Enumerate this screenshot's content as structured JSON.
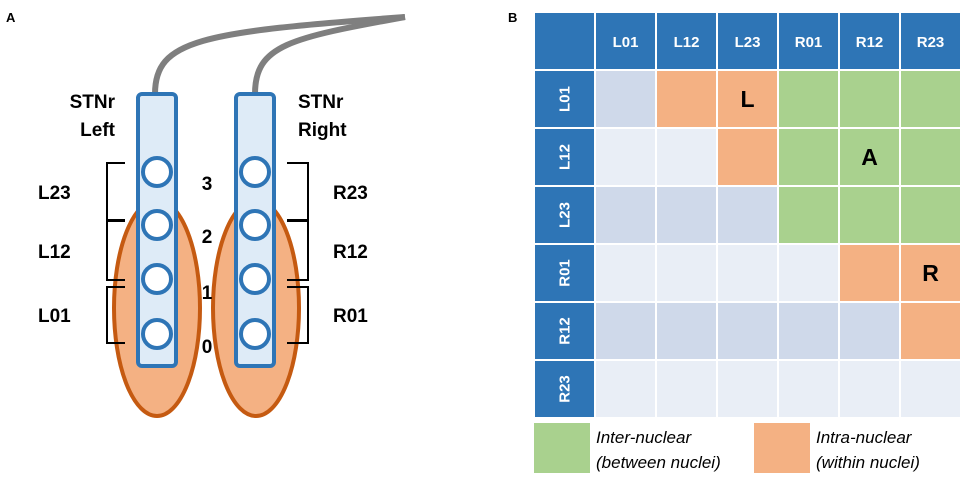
{
  "panel_a": {
    "letter": "A",
    "left_lead": {
      "name_line1": "STNr",
      "name_line2": "Left"
    },
    "right_lead": {
      "name_line1": "STNr",
      "name_line2": "Right"
    },
    "contact_numbers": [
      "3",
      "2",
      "1",
      "0"
    ],
    "left_pairs": [
      "L23",
      "L12",
      "L01"
    ],
    "right_pairs": [
      "R23",
      "R12",
      "R01"
    ]
  },
  "panel_b": {
    "letter": "B",
    "columns": [
      "L01",
      "L12",
      "L23",
      "R01",
      "R12",
      "R23"
    ],
    "rows": [
      "L01",
      "L12",
      "L23",
      "R01",
      "R12",
      "R23"
    ],
    "cell_labels": [
      {
        "row": 0,
        "col": 2,
        "text": "L"
      },
      {
        "row": 1,
        "col": 4,
        "text": "A"
      },
      {
        "row": 3,
        "col": 5,
        "text": "R"
      }
    ],
    "legend": {
      "inter_line1": "Inter-nuclear",
      "inter_line2": "(between nuclei)",
      "intra_line1": "Intra-nuclear",
      "intra_line2": "(within nuclei)"
    },
    "colors": {
      "header": "#2e75b6",
      "inter": "#a9d18e",
      "intra": "#f4b183",
      "diag_shade": "#cfd9ea",
      "light": "#e9eef6"
    }
  },
  "colors": {
    "lead_fill": "#deebf7",
    "lead_stroke": "#2e75b6",
    "nucleus_fill": "#f4b183",
    "nucleus_stroke": "#c55a11",
    "wire": "#7f7f7f"
  }
}
